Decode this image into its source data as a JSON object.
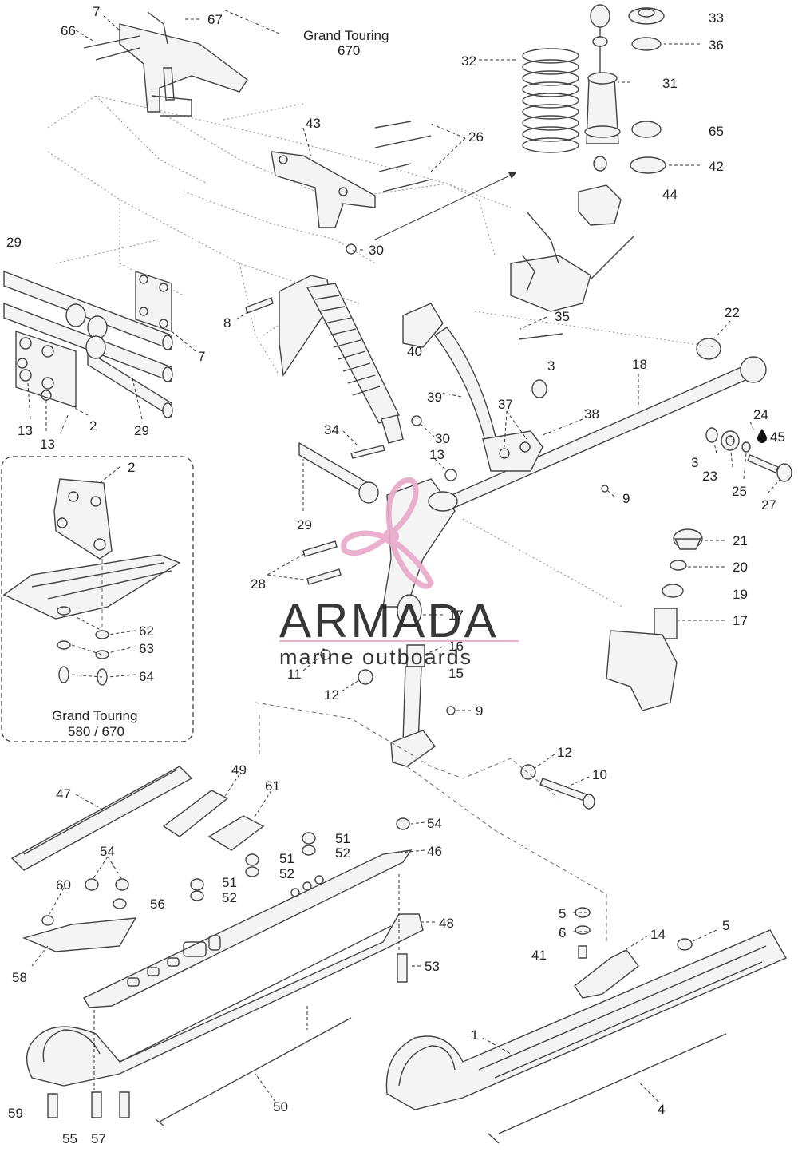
{
  "labels": {
    "n1": "1",
    "n2a": "2",
    "n2b": "2",
    "n3a": "3",
    "n3b": "3",
    "n4": "4",
    "n5a": "5",
    "n5b": "5",
    "n6": "6",
    "n7a": "7",
    "n7b": "7",
    "n8": "8",
    "n9a": "9",
    "n9b": "9",
    "n10": "10",
    "n11": "11",
    "n12a": "12",
    "n12b": "12",
    "n13a": "13",
    "n13b": "13",
    "n13c": "13",
    "n14": "14",
    "n15": "15",
    "n16": "16",
    "n17a": "17",
    "n17b": "17",
    "n18": "18",
    "n19": "19",
    "n20": "20",
    "n21": "21",
    "n22": "22",
    "n23": "23",
    "n24": "24",
    "n25": "25",
    "n26": "26",
    "n27": "27",
    "n28": "28",
    "n29a": "29",
    "n29b": "29",
    "n29c": "29",
    "n30a": "30",
    "n30b": "30",
    "n31": "31",
    "n32": "32",
    "n33": "33",
    "n34": "34",
    "n35": "35",
    "n36": "36",
    "n37": "37",
    "n38": "38",
    "n39": "39",
    "n40": "40",
    "n41": "41",
    "n42": "42",
    "n43": "43",
    "n44": "44",
    "n45": "45",
    "n46": "46",
    "n47": "47",
    "n48": "48",
    "n49": "49",
    "n50": "50",
    "n51a": "51",
    "n51b": "51",
    "n51c": "51",
    "n52a": "52",
    "n52b": "52",
    "n52c": "52",
    "n53": "53",
    "n54a": "54",
    "n54b": "54",
    "n55": "55",
    "n56": "56",
    "n57": "57",
    "n58": "58",
    "n59": "59",
    "n60": "60",
    "n61": "61",
    "n62": "62",
    "n63": "63",
    "n64": "64",
    "n65": "65",
    "n66": "66",
    "n67": "67"
  },
  "captions": {
    "grand_touring_top_line1": "Grand Touring",
    "grand_touring_top_line2": "670",
    "grand_touring_inset_line1": "Grand Touring",
    "grand_touring_inset_line2": "580 / 670"
  },
  "watermark": {
    "brand": "ARMADA",
    "tagline": "marine outboards",
    "brand_color": "#6e6e6e",
    "accent_color": "#e8a8c8"
  },
  "icons": {
    "lubricant": "oil-drop-icon"
  }
}
